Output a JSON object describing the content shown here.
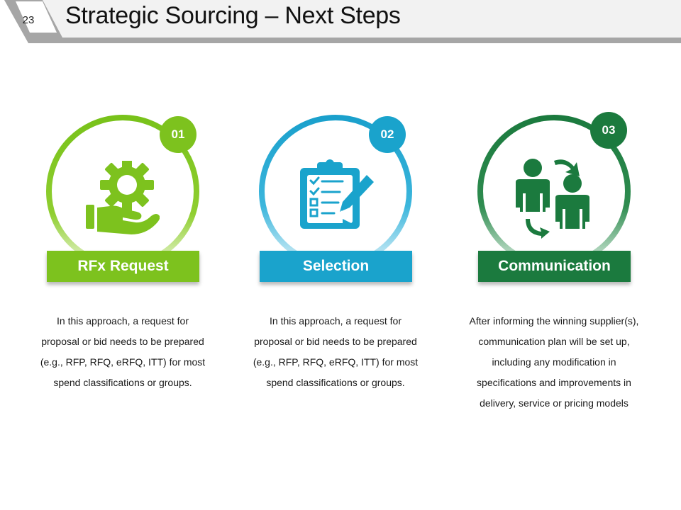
{
  "slide": {
    "number": "23",
    "title": "Strategic Sourcing – Next Steps"
  },
  "steps": [
    {
      "number": "01",
      "label": "RFx Request",
      "description": "In this approach, a request for proposal or bid needs to be prepared (e.g., RFP, RFQ, eRFQ, ITT)  for most spend classifications or groups.",
      "icon": "hand-gear-icon",
      "color": "#7dc21e"
    },
    {
      "number": "02",
      "label": "Selection",
      "description": "In this approach, a request for proposal or bid needs to be prepared (e.g., RFP, RFQ, eRFQ, ITT)  for most spend classifications or groups.",
      "icon": "clipboard-checklist-icon",
      "color": "#1aa3cc"
    },
    {
      "number": "03",
      "label": "Communication",
      "description": "After informing the winning supplier(s), communication plan will be set up, including any modification in specifications and improvements in delivery, service or pricing models",
      "icon": "people-exchange-icon",
      "color": "#1b7a3e"
    }
  ]
}
